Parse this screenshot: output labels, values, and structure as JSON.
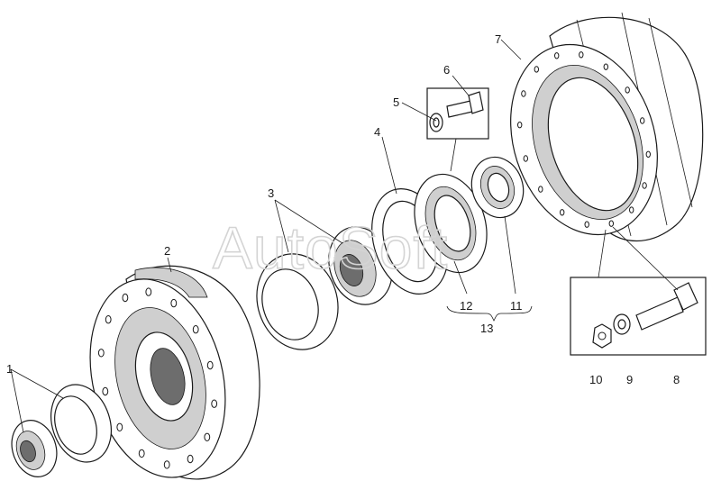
{
  "watermark": "AutoSoft",
  "callouts": [
    {
      "id": "1",
      "text": "1"
    },
    {
      "id": "2",
      "text": "2"
    },
    {
      "id": "3",
      "text": "3"
    },
    {
      "id": "4",
      "text": "4"
    },
    {
      "id": "5",
      "text": "5"
    },
    {
      "id": "6",
      "text": "6"
    },
    {
      "id": "7",
      "text": "7"
    },
    {
      "id": "8",
      "text": "8"
    },
    {
      "id": "9",
      "text": "9"
    },
    {
      "id": "10",
      "text": "10"
    },
    {
      "id": "11",
      "text": "11"
    },
    {
      "id": "12",
      "text": "12"
    },
    {
      "id": "13",
      "text": "13"
    }
  ],
  "colors": {
    "ink": "#1a1a1a",
    "paper": "#ffffff",
    "watermark": "#d4d4d4"
  }
}
